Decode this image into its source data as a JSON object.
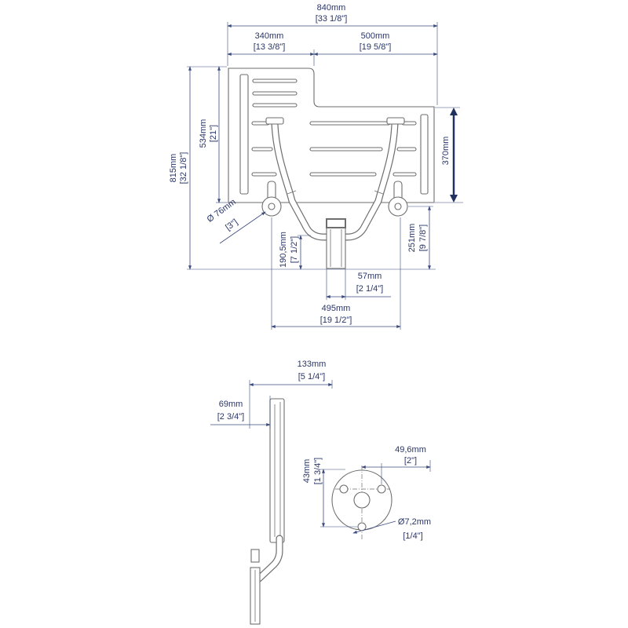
{
  "colors": {
    "drawing_line": "#6e6e6e",
    "dimension_line": "#3b4b7e",
    "label_text": "#2a3668",
    "accent_arrow": "#22325f"
  },
  "front_view": {
    "width_total": {
      "mm": "840mm",
      "inch": "[33 1/8\"]"
    },
    "width_left": {
      "mm": "340mm",
      "inch": "[13 3/8\"]"
    },
    "width_right": {
      "mm": "500mm",
      "inch": "[19 5/8\"]"
    },
    "height_total": {
      "mm": "815mm",
      "inch": "[32 1/8\"]"
    },
    "height_seat": {
      "mm": "534mm",
      "inch": "[21\"]"
    },
    "depth_seat": {
      "mm": "370mm"
    },
    "hinge_diameter": {
      "mm": "Ø 76mm",
      "inch": "[3\"]"
    },
    "support_height": {
      "mm": "190,5mm",
      "inch": "[7 1/2\"]"
    },
    "hinge_height": {
      "mm": "251mm",
      "inch": "[9 7/8\"]"
    },
    "support_width": {
      "mm": "57mm",
      "inch": "[2 1/4\"]"
    },
    "hinge_spacing": {
      "mm": "495mm",
      "inch": "[19 1/2\"]"
    }
  },
  "side_view": {
    "depth_open": {
      "mm": "133mm",
      "inch": "[5 1/4\"]"
    },
    "depth_folded": {
      "mm": "69mm",
      "inch": "[2 3/4\"]"
    }
  },
  "flange_view": {
    "hole_vertical": {
      "mm": "43mm",
      "inch": "[1 3/4\"]"
    },
    "hole_horizontal": {
      "mm": "49,6mm",
      "inch": "[2\"]"
    },
    "hole_diameter": {
      "mm": "Ø7,2mm",
      "inch": "[1/4\"]"
    }
  }
}
